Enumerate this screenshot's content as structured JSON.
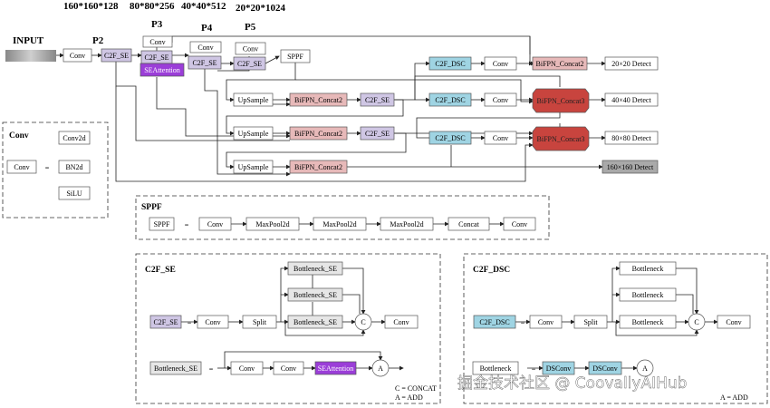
{
  "dims": {
    "p2": "160*160*128",
    "p3": "80*80*256",
    "p4": "40*40*512",
    "p5": "20*20*1024"
  },
  "levels": {
    "p2": "P2",
    "p3": "P3",
    "p4": "P4",
    "p5": "P5"
  },
  "input": "INPUT",
  "blocks": {
    "conv": "Conv",
    "c2f_se": "C2F_SE",
    "seattention": "SEAttention",
    "sppf": "SPPF",
    "upsample": "UpSample",
    "bifpn_concat2": "BiFPN_Concat2",
    "bifpn_concat3": "BiFPN_Concat3",
    "c2f_dsc": "C2F_DSC",
    "conv2d": "Conv2d",
    "bn2d": "BN2d",
    "silu": "SiLU",
    "maxpool2d": "MaxPool2d",
    "concat": "Concat",
    "split": "Split",
    "bottleneck_se": "Bottleneck_SE",
    "bottleneck": "Bottleneck",
    "dsconv": "DSConv"
  },
  "detect": {
    "d20": "20×20 Detect",
    "d40": "40×40 Detect",
    "d80": "80×80 Detect",
    "d160": "160×160 Detect"
  },
  "ops": {
    "eq": "=",
    "c": "C",
    "a": "A"
  },
  "panels": {
    "conv": "Conv",
    "sppf": "SPPF",
    "c2f_se": "C2F_SE",
    "c2f_dsc": "C2F_DSC"
  },
  "legend": {
    "c": "C = CONCAT",
    "a": "A = ADD"
  },
  "watermark": "掘金技术社区 @ CoovallyAIHub",
  "colors": {
    "se": "#cfc6e4",
    "seattn": "#9b3ed8",
    "bifpn2": "#e7b9b9",
    "bifpn3": "#c8443e",
    "dsc": "#9fd4e3",
    "detect160": "#a9a9a9",
    "input": "#9a9a9a"
  }
}
